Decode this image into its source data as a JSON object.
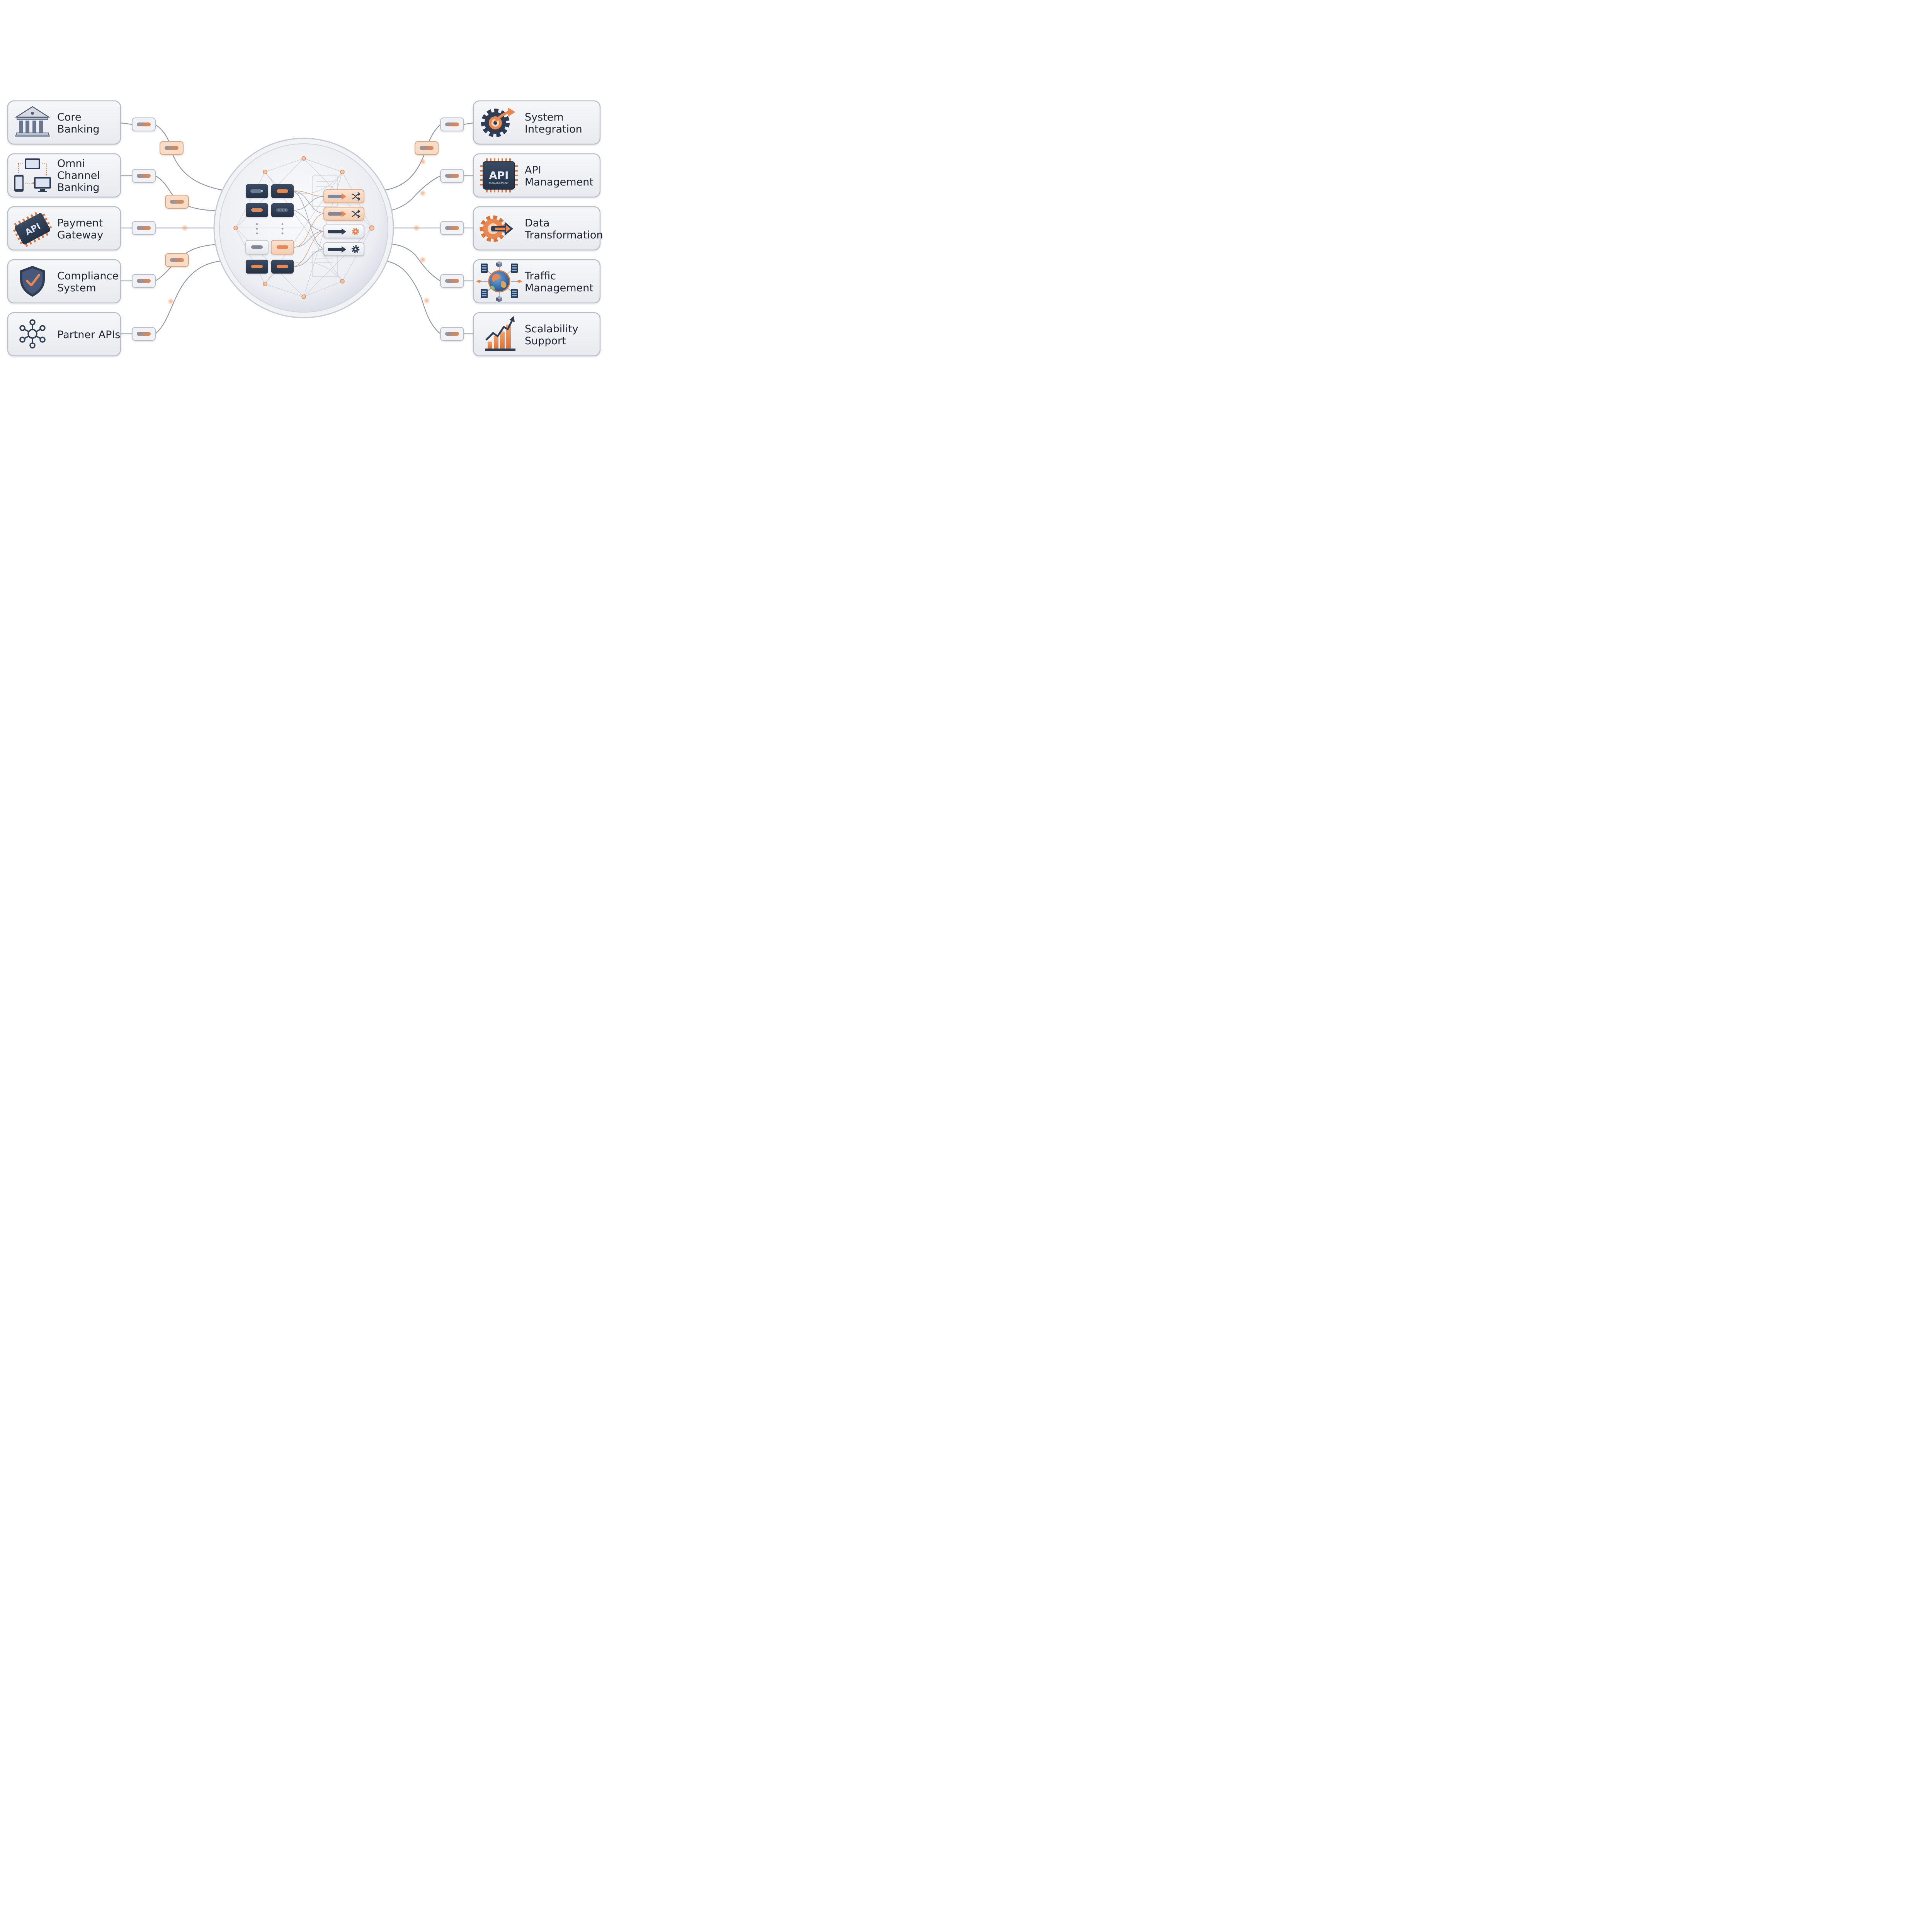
{
  "diagram": {
    "left_nodes": [
      {
        "id": "core-banking",
        "lines": [
          "Core",
          "Banking"
        ],
        "icon": "bank-building-icon"
      },
      {
        "id": "omni-channel-banking",
        "lines": [
          "Omni",
          "Channel",
          "Banking"
        ],
        "icon": "multi-device-icon"
      },
      {
        "id": "payment-gateway",
        "lines": [
          "Payment",
          "Gateway"
        ],
        "icon": "api-chip-icon"
      },
      {
        "id": "compliance-system",
        "lines": [
          "Compliance",
          "System"
        ],
        "icon": "shield-check-icon"
      },
      {
        "id": "partner-apis",
        "lines": [
          "Partner APIs"
        ],
        "icon": "hub-network-icon"
      }
    ],
    "right_nodes": [
      {
        "id": "system-integration",
        "lines": [
          "System",
          "Integration"
        ],
        "icon": "gear-arrow-icon"
      },
      {
        "id": "api-management",
        "lines": [
          "API",
          "Management"
        ],
        "icon": "api-management-chip-icon"
      },
      {
        "id": "data-transformation",
        "lines": [
          "Data",
          "Transformation"
        ],
        "icon": "orange-gear-arrow-icon"
      },
      {
        "id": "traffic-management",
        "lines": [
          "Traffic",
          "Management"
        ],
        "icon": "globe-servers-icon"
      },
      {
        "id": "scalability-support",
        "lines": [
          "Scalability",
          "Support"
        ],
        "icon": "growth-bar-chart-icon"
      }
    ],
    "icon_text": {
      "api_chip": "API",
      "api_mgmt_big": "API",
      "api_mgmt_small": "MANAGEMENT"
    },
    "colors": {
      "accent_orange": "#e8874f",
      "navy": "#2e3d53",
      "card_border": "#b8bec9",
      "card_fill": "#eef0f4",
      "connector": "#8c96a6"
    }
  }
}
